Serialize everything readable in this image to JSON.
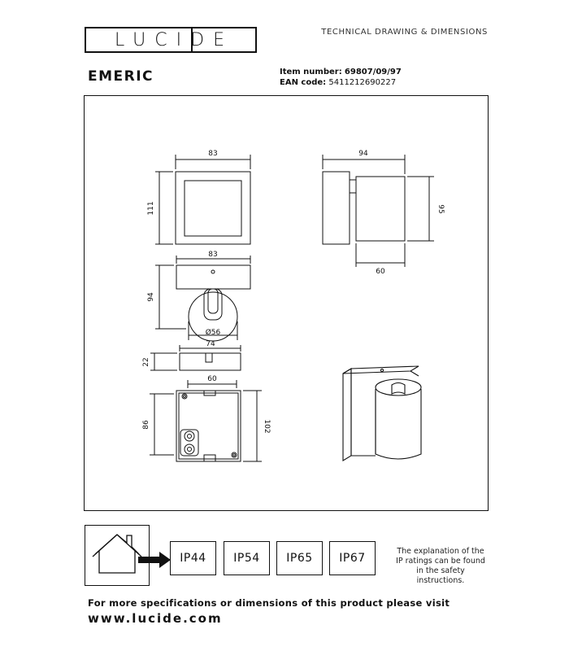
{
  "header": {
    "brand": "LUCIDE",
    "doc_type": "TECHNICAL DRAWING & DIMENSIONS"
  },
  "product": {
    "name": "EMERIC",
    "item_number_label": "Item number:",
    "item_number": "69807/09/97",
    "ean_label": "EAN code:",
    "ean": "5411212690227"
  },
  "dimensions": {
    "front_width": "83",
    "front_height": "111",
    "side_depth": "94",
    "side_height": "95",
    "side_head_width": "60",
    "top_width": "83",
    "top_depth": "94",
    "top_diameter": "Ø56",
    "base_width": "74",
    "base_height": "22",
    "back_inner_width": "60",
    "back_inner_height": "86",
    "back_height": "102"
  },
  "ip_ratings": [
    {
      "label": "IP44"
    },
    {
      "label": "IP54"
    },
    {
      "label": "IP65"
    },
    {
      "label": "IP67"
    }
  ],
  "ip_note": "The explanation of the IP ratings can be found in the safety instructions.",
  "footer": {
    "line": "For more specifications or dimensions of this product please visit",
    "url": "www.lucide.com"
  },
  "icons": {
    "house": "house-icon",
    "arrow": "arrow-right-icon"
  }
}
